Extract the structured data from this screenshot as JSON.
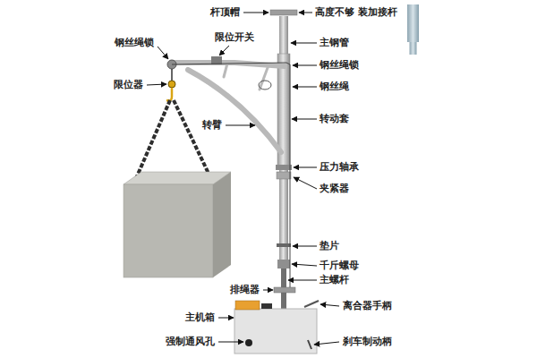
{
  "diagram": {
    "labels": [
      "杆顶帽",
      "高度不够 装加接杆",
      "主钢管",
      "钢丝绳锁",
      "限位开关",
      "钢丝绳锁",
      "限位器",
      "钢丝绳",
      "转臂",
      "转动套",
      "压力轴承",
      "夹紧器",
      "垫片",
      "千斤螺母",
      "主螺杆",
      "排绳器",
      "离合器手柄",
      "主机箱",
      "强制通风孔",
      "刹车制动柄"
    ]
  }
}
